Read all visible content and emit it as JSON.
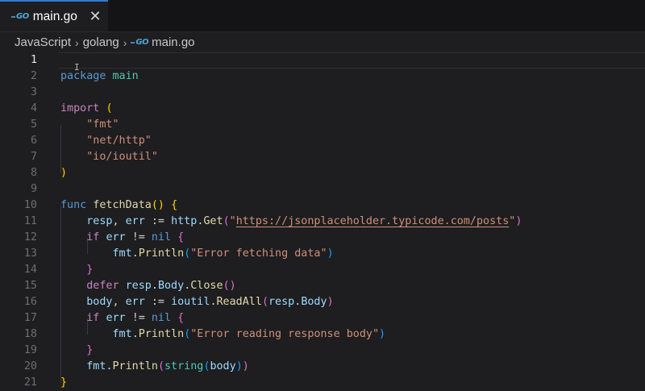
{
  "tab": {
    "label": "main.go",
    "icon": "go-icon",
    "close_icon": "✕",
    "active_border_color": "#2f7bd6"
  },
  "breadcrumb": {
    "items": [
      "JavaScript",
      "golang",
      "main.go"
    ],
    "separator": "›"
  },
  "editor": {
    "current_line": 1,
    "lines": [
      {
        "n": "1"
      },
      {
        "n": "2"
      },
      {
        "n": "3"
      },
      {
        "n": "4"
      },
      {
        "n": "5"
      },
      {
        "n": "6"
      },
      {
        "n": "7"
      },
      {
        "n": "8"
      },
      {
        "n": "9"
      },
      {
        "n": "10"
      },
      {
        "n": "11"
      },
      {
        "n": "12"
      },
      {
        "n": "13"
      },
      {
        "n": "14"
      },
      {
        "n": "15"
      },
      {
        "n": "16"
      },
      {
        "n": "17"
      },
      {
        "n": "18"
      },
      {
        "n": "19"
      },
      {
        "n": "20"
      },
      {
        "n": "21"
      }
    ],
    "tokens": {
      "l2": {
        "kw": "package",
        "name": "main"
      },
      "l4": {
        "kw": "import",
        "open": "("
      },
      "l5": "\"fmt\"",
      "l6": "\"net/http\"",
      "l7": "\"io/ioutil\"",
      "l8": ")",
      "l10": {
        "kw": "func",
        "name": "fetchData",
        "parens": "()",
        "brace": "{"
      },
      "l11": {
        "a": "resp",
        "b": "err",
        "op": ":=",
        "pkg": "http",
        "fn": "Get",
        "url": "https://jsonplaceholder.typicode.com/posts"
      },
      "l12": {
        "kw": "if",
        "v": "err",
        "op": "!=",
        "nil": "nil",
        "brace": "{"
      },
      "l13": {
        "pkg": "fmt",
        "fn": "Println",
        "str": "\"Error fetching data\""
      },
      "l14": "}",
      "l15": {
        "kw": "defer",
        "obj": "resp",
        "field": "Body",
        "fn": "Close"
      },
      "l16": {
        "a": "body",
        "b": "err",
        "op": ":=",
        "pkg": "ioutil",
        "fn": "ReadAll",
        "arg1": "resp",
        "arg2": "Body"
      },
      "l17": {
        "kw": "if",
        "v": "err",
        "op": "!=",
        "nil": "nil",
        "brace": "{"
      },
      "l18": {
        "pkg": "fmt",
        "fn": "Println",
        "str": "\"Error reading response body\""
      },
      "l19": "}",
      "l20": {
        "pkg": "fmt",
        "fn": "Println",
        "cast": "string",
        "arg": "body"
      },
      "l21": "}"
    }
  }
}
